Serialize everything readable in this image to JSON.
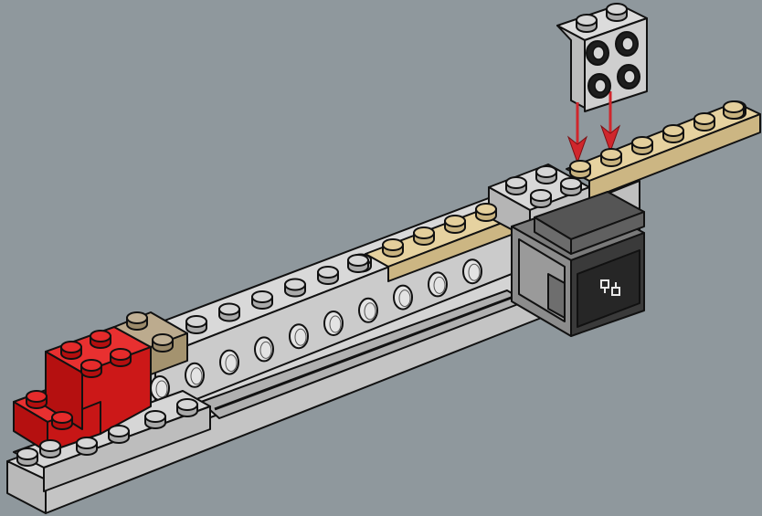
{
  "scene": {
    "kind": "lego-building-instruction-step",
    "colors": {
      "background": "#8f989d",
      "light_gray": "#c9c9c9",
      "light_gray_top": "#d6d6d6",
      "light_gray_side": "#aaaaaa",
      "dark_gray": "#6b6b6b",
      "dark_gray_top": "#4a4a4a",
      "tan": "#e4cf9c",
      "tan_side": "#c9b37f",
      "dark_tan": "#b3a185",
      "red": "#dd1a1a",
      "red_top": "#e52b2b",
      "red_side": "#b40f0f",
      "black": "#1e1e1e",
      "arrow": "#d0262c",
      "outline": "#111111"
    },
    "parts": [
      {
        "name": "base-plate",
        "color": "light_gray"
      },
      {
        "name": "technic-brick-long",
        "color": "light_gray"
      },
      {
        "name": "tan-plate-row",
        "color": "tan"
      },
      {
        "name": "dark-tan-brick",
        "color": "dark_tan"
      },
      {
        "name": "red-bricks",
        "color": "red"
      },
      {
        "name": "gray-brick-top-right",
        "color": "light_gray"
      },
      {
        "name": "battery-box",
        "color": "dark_gray"
      },
      {
        "name": "tan-plate-long-right",
        "color": "tan"
      },
      {
        "name": "new-bracket-part",
        "color": "light_gray"
      }
    ],
    "placement_arrows": 2,
    "battery_box_icon": "power-connector-icon"
  }
}
